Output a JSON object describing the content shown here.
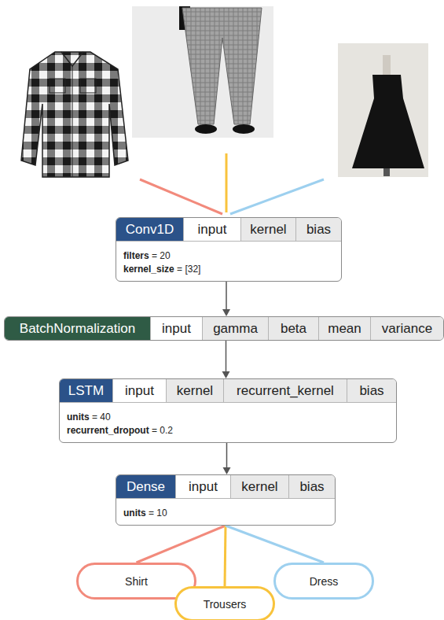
{
  "diagram": {
    "nodes": [
      {
        "text": [
          "Conv1D",
          "input",
          "kernel",
          "bias",
          "filters = 20",
          "kernel_size = [32]"
        ]
      },
      {
        "text": [
          "BatchNormalization",
          "input",
          "gamma",
          "beta",
          "mean",
          "variance"
        ]
      },
      {
        "text": [
          "LSTM",
          "input",
          "kernel",
          "recurrent_kernel",
          "bias",
          "units = 40",
          "recurrent_dropout = 0.2"
        ]
      },
      {
        "text": [
          "Dense",
          "input",
          "kernel",
          "bias",
          "units = 10"
        ]
      },
      {
        "text": [
          "Shirt"
        ]
      },
      {
        "text": [
          "Trousers"
        ]
      },
      {
        "text": [
          "Dress"
        ]
      }
    ],
    "edges": [
      {
        "from": 0,
        "to": 1,
        "arrow": "to"
      },
      {
        "from": 1,
        "to": 2,
        "arrow": "to"
      },
      {
        "from": 2,
        "to": 3,
        "arrow": "to"
      },
      {
        "from": 3,
        "to": 4,
        "arrow": "none"
      },
      {
        "from": 3,
        "to": 5,
        "arrow": "none"
      },
      {
        "from": 3,
        "to": 6,
        "arrow": "none"
      }
    ]
  }
}
